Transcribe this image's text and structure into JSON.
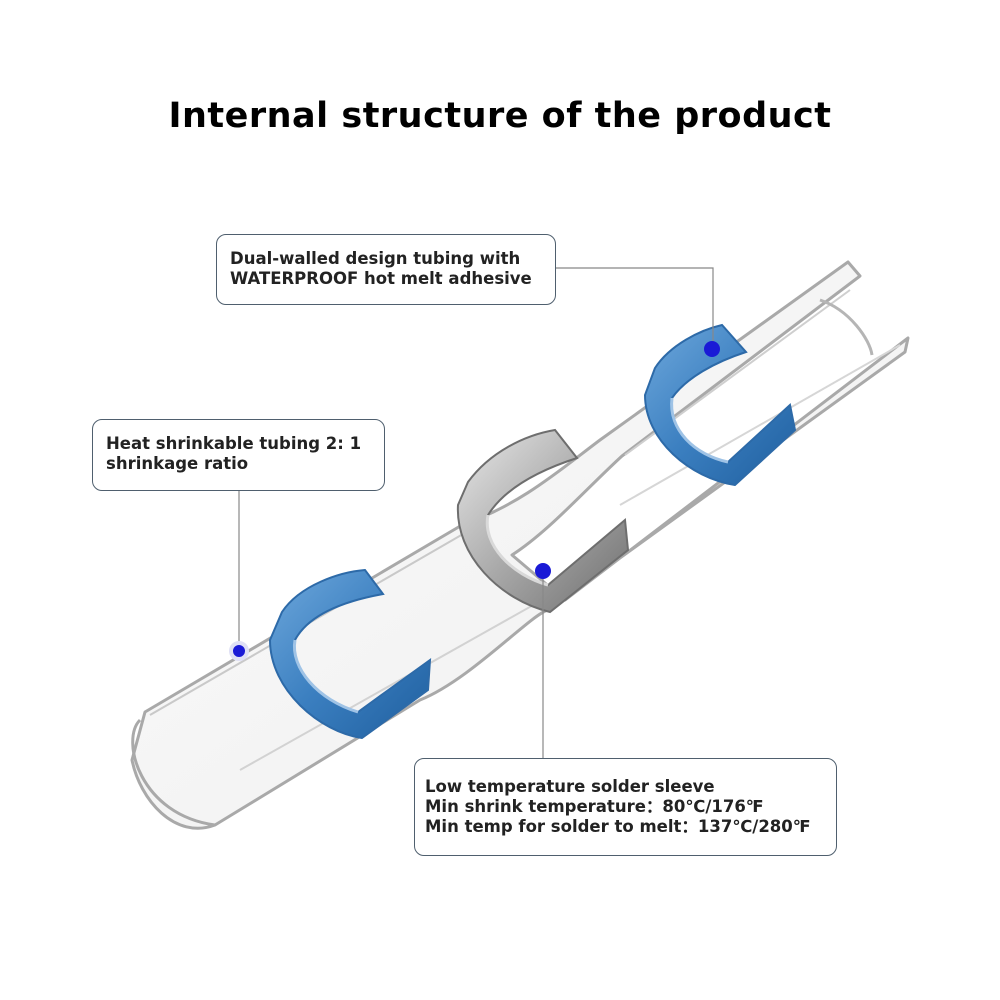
{
  "title": "Internal structure of the product",
  "callouts": {
    "adhesive": {
      "line1": "Dual-walled design tubing with",
      "line2": "WATERPROOF hot melt adhesive"
    },
    "tubing": {
      "line1": "Heat shrinkable tubing 2: 1",
      "line2": "shrinkage ratio"
    },
    "solder": {
      "line1": "Low temperature solder sleeve",
      "line2": "Min shrink temperature：80℃/176℉",
      "line3": "Min temp for solder to melt：137℃/280℉"
    }
  },
  "colors": {
    "marker_dot": "#1a1ad6",
    "blue_ring": "#3b7fc0",
    "solder_ring": "#8a8a8a",
    "tube_outline": "#a9a9a9"
  }
}
